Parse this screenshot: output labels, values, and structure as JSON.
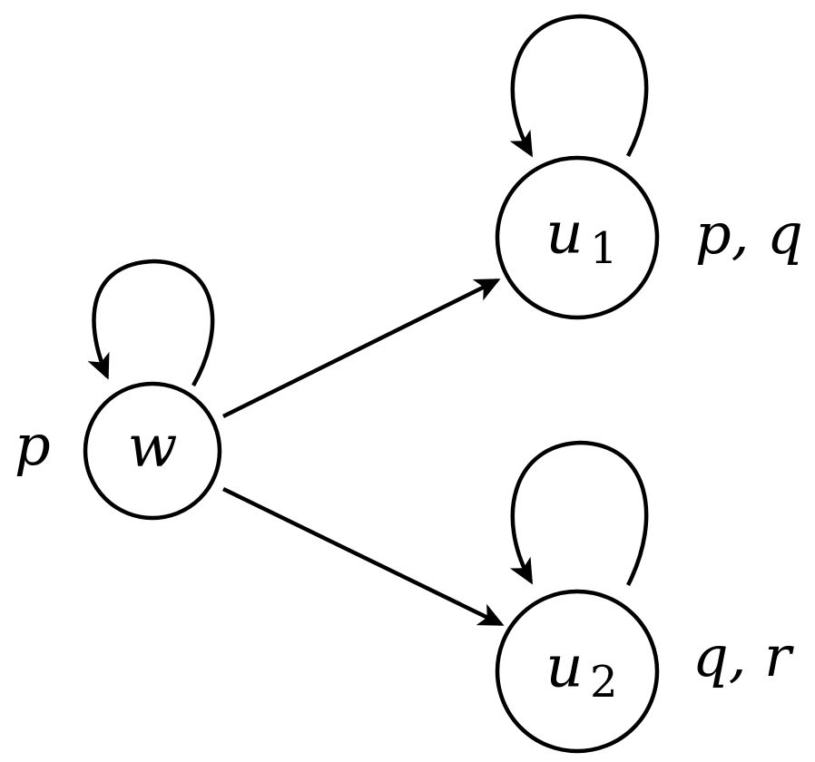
{
  "diagram": {
    "nodes": {
      "w": {
        "label": "w",
        "props": "p"
      },
      "u1": {
        "label": "u",
        "subscript": "1",
        "props": "p, q"
      },
      "u2": {
        "label": "u",
        "subscript": "2",
        "props": "q, r"
      }
    },
    "edges": [
      {
        "from": "w",
        "to": "u1"
      },
      {
        "from": "w",
        "to": "u2"
      }
    ],
    "loops": [
      "w",
      "u1",
      "u2"
    ],
    "colors": {
      "stroke": "#000000",
      "background": "#ffffff"
    }
  }
}
